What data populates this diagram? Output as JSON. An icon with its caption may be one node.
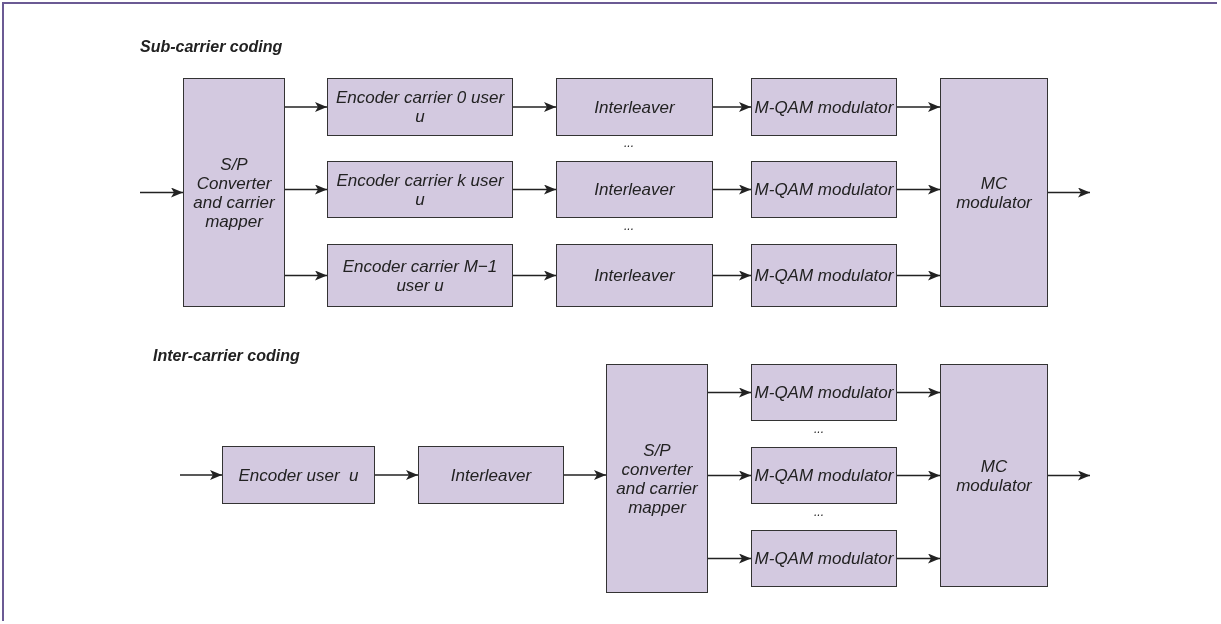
{
  "diagram": {
    "nodes": [
      {
        "text": [
          "S/P Converter and carrier mapper"
        ]
      },
      {
        "text": [
          "Encoder carrier 0 user u"
        ]
      },
      {
        "text": [
          "Interleaver"
        ]
      },
      {
        "text": [
          "M-QAM modulator"
        ]
      },
      {
        "text": [
          "Encoder carrier k user u"
        ]
      },
      {
        "text": [
          "Interleaver"
        ]
      },
      {
        "text": [
          "M-QAM modulator"
        ]
      },
      {
        "text": [
          "Encoder carrier M−1 user u"
        ]
      },
      {
        "text": [
          "Interleaver"
        ]
      },
      {
        "text": [
          "M-QAM modulator"
        ]
      },
      {
        "text": [
          "MC modulator"
        ]
      },
      {
        "text": [
          "Encoder user  u"
        ]
      },
      {
        "text": [
          "Interleaver"
        ]
      },
      {
        "text": [
          "S/P converter and carrier mapper"
        ]
      },
      {
        "text": [
          "M-QAM modulator"
        ]
      },
      {
        "text": [
          "M-QAM modulator"
        ]
      },
      {
        "text": [
          "M-QAM modulator"
        ]
      },
      {
        "text": [
          "MC modulator"
        ]
      }
    ],
    "edges": [
      {
        "from": null,
        "to": 0,
        "arrow": "to"
      },
      {
        "from": 0,
        "to": 1,
        "arrow": "to"
      },
      {
        "from": 0,
        "to": 4,
        "arrow": "to"
      },
      {
        "from": 0,
        "to": 7,
        "arrow": "to"
      },
      {
        "from": 1,
        "to": 2,
        "arrow": "to"
      },
      {
        "from": 2,
        "to": 3,
        "arrow": "to"
      },
      {
        "from": 4,
        "to": 5,
        "arrow": "to"
      },
      {
        "from": 5,
        "to": 6,
        "arrow": "to"
      },
      {
        "from": 7,
        "to": 8,
        "arrow": "to"
      },
      {
        "from": 8,
        "to": 9,
        "arrow": "to"
      },
      {
        "from": 3,
        "to": 10,
        "arrow": "to"
      },
      {
        "from": 6,
        "to": 10,
        "arrow": "to"
      },
      {
        "from": 9,
        "to": 10,
        "arrow": "to"
      },
      {
        "from": 10,
        "to": null,
        "arrow": "to"
      },
      {
        "from": null,
        "to": 11,
        "arrow": "to"
      },
      {
        "from": 11,
        "to": 12,
        "arrow": "to"
      },
      {
        "from": 12,
        "to": 13,
        "arrow": "to"
      },
      {
        "from": 13,
        "to": 14,
        "arrow": "to"
      },
      {
        "from": 13,
        "to": 15,
        "arrow": "to"
      },
      {
        "from": 13,
        "to": 16,
        "arrow": "to"
      },
      {
        "from": 14,
        "to": 17,
        "arrow": "to"
      },
      {
        "from": 15,
        "to": 17,
        "arrow": "to"
      },
      {
        "from": 16,
        "to": 17,
        "arrow": "to"
      },
      {
        "from": 17,
        "to": null,
        "arrow": "to"
      }
    ],
    "labels": [
      "Sub-carrier coding",
      "...",
      "...",
      "Inter-carrier coding",
      "...",
      "..."
    ]
  }
}
